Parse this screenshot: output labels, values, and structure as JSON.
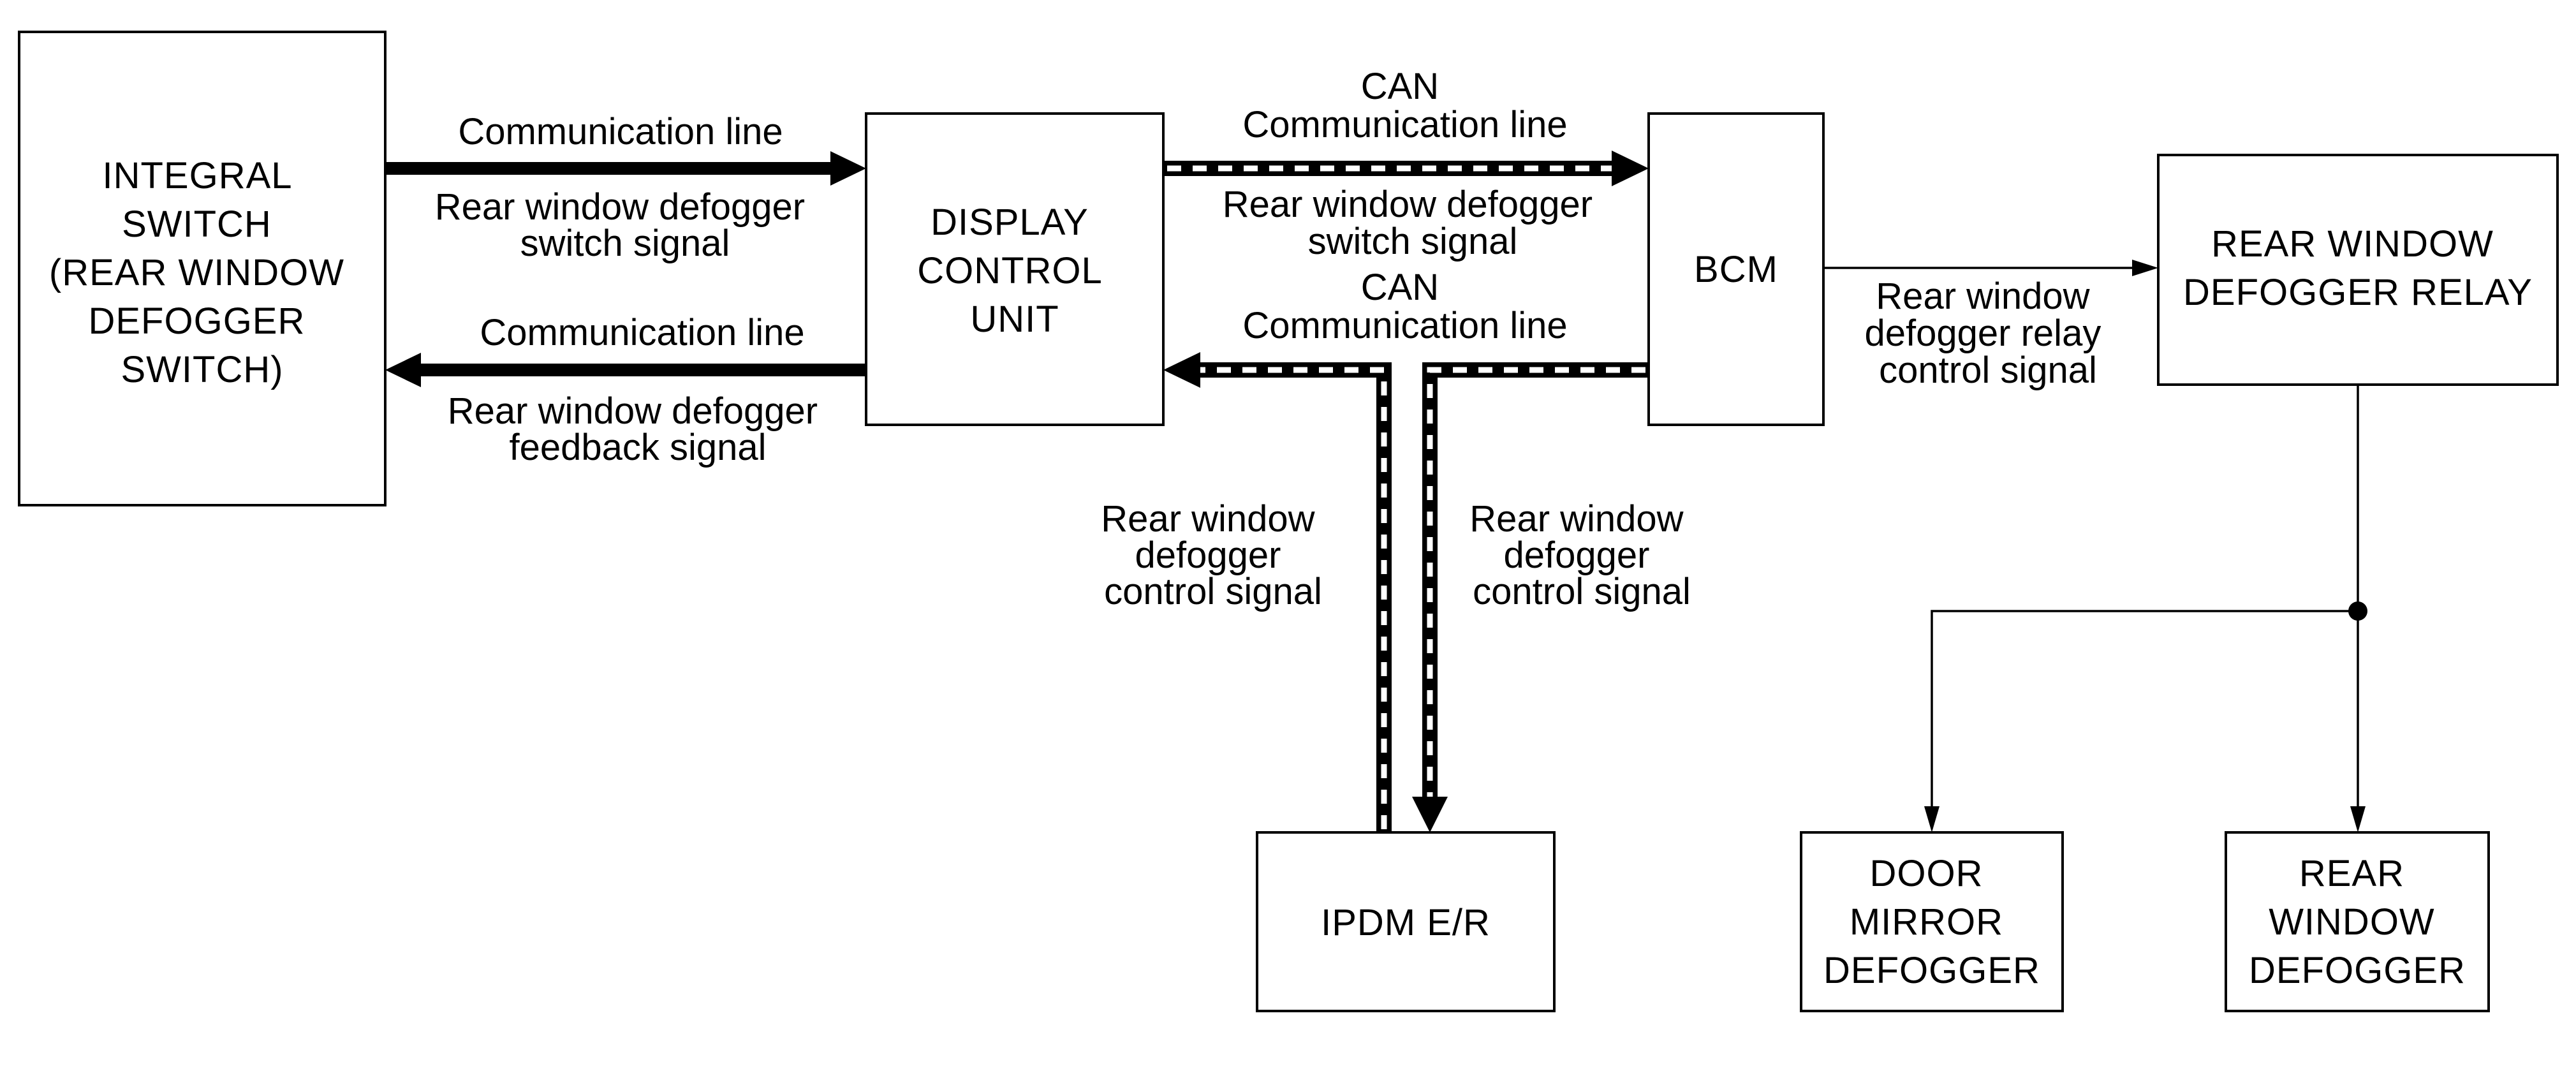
{
  "colors": {
    "line": "#000000",
    "background": "#ffffff",
    "can_dash": "#ffffff"
  },
  "nodes": {
    "integral_switch": [
      "INTEGRAL",
      "SWITCH",
      "(REAR WINDOW",
      "DEFOGGER",
      "SWITCH)"
    ],
    "display_control_unit": [
      "DISPLAY",
      "CONTROL",
      "UNIT"
    ],
    "bcm": [
      "BCM"
    ],
    "relay": [
      "REAR WINDOW",
      "DEFOGGER RELAY"
    ],
    "ipdm": [
      "IPDM E/R"
    ],
    "door_mirror_defogger": [
      "DOOR",
      "MIRROR",
      "DEFOGGER"
    ],
    "rear_window_defogger": [
      "REAR",
      "WINDOW",
      "DEFOGGER"
    ]
  },
  "edges": {
    "switch_to_dcu": {
      "line_type": "Communication line",
      "signal": [
        "Rear window defogger",
        "switch signal"
      ]
    },
    "dcu_to_switch": {
      "line_type": "Communication line",
      "signal": [
        "Rear window defogger",
        "feedback signal"
      ]
    },
    "dcu_to_bcm": {
      "line_type": [
        "CAN",
        "Communication line"
      ],
      "signal": [
        "Rear window defogger",
        "switch signal"
      ]
    },
    "bcm_to_dcu_ipdm": {
      "line_type": [
        "CAN",
        "Communication line"
      ],
      "signal_left": [
        "Rear window",
        "defogger",
        "control signal"
      ],
      "signal_right": [
        "Rear window",
        "defogger",
        "control signal"
      ]
    },
    "bcm_to_relay": {
      "signal": [
        "Rear window",
        "defogger relay",
        "control signal"
      ]
    }
  }
}
